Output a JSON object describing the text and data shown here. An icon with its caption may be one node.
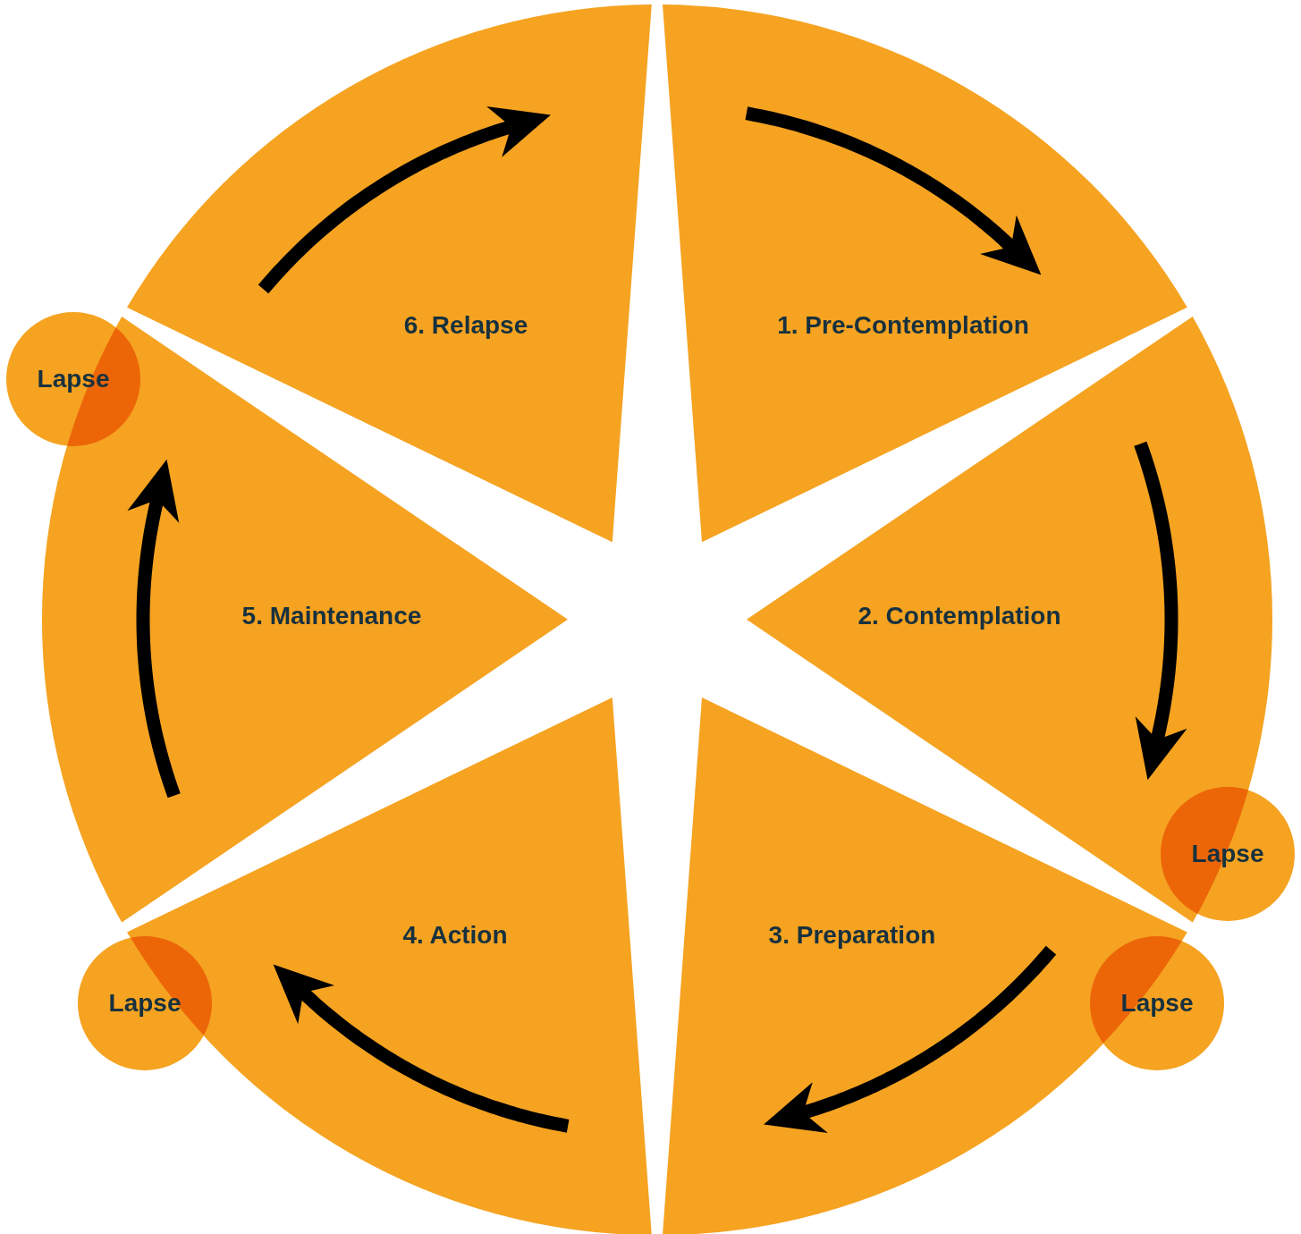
{
  "diagram": {
    "nodes": [
      {
        "text": [
          "1. Pre-Contemplation"
        ]
      },
      {
        "text": [
          "2. Contemplation"
        ]
      },
      {
        "text": [
          "3. Preparation"
        ]
      },
      {
        "text": [
          "4. Action"
        ]
      },
      {
        "text": [
          "5. Maintenance"
        ]
      },
      {
        "text": [
          "6. Relapse"
        ]
      },
      {
        "text": [
          "Lapse"
        ]
      },
      {
        "text": [
          "Lapse"
        ]
      },
      {
        "text": [
          "Lapse"
        ]
      },
      {
        "text": [
          "Lapse"
        ]
      }
    ]
  }
}
